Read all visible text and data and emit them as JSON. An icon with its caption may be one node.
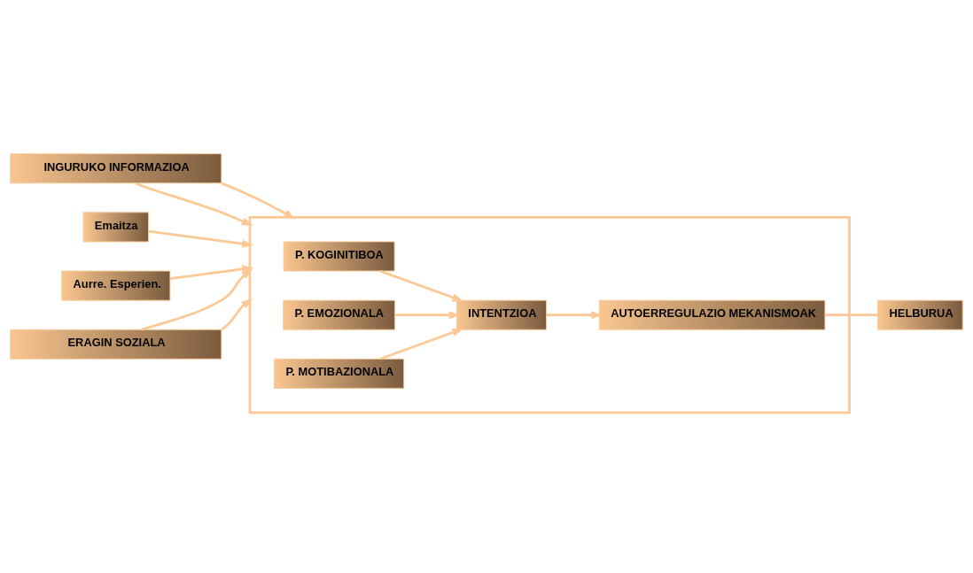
{
  "diagram": {
    "nodes": [
      {
        "text": [
          "INGURUKO INFORMAZIOA"
        ]
      },
      {
        "text": [],
        "shape": "box"
      },
      {
        "text": [
          "P. KOGINITIBOA"
        ],
        "in": 1
      },
      {
        "text": [
          "Emaitza"
        ]
      },
      {
        "text": [
          "P. EMOZIONALA"
        ],
        "in": 1
      },
      {
        "text": [
          "INTENTZIOA"
        ],
        "in": 1
      },
      {
        "text": [
          "AUTOERREGULAZIO MEKANISMOAK"
        ],
        "in": 1
      },
      {
        "text": [
          "HELBURUA"
        ]
      },
      {
        "text": [
          "Aurre. Esperien."
        ]
      },
      {
        "text": [
          "P. MOTIBAZIONALA"
        ],
        "in": 1
      },
      {
        "text": [
          "ERAGIN SOZIALA"
        ]
      }
    ],
    "edges": [
      {
        "from": 0,
        "to": 1,
        "arrow": "to"
      },
      {
        "from": 0,
        "to": 1,
        "arrow": "to"
      },
      {
        "from": 3,
        "to": 1,
        "arrow": "to"
      },
      {
        "from": 8,
        "to": 1,
        "arrow": "to"
      },
      {
        "from": 10,
        "to": 1,
        "arrow": "to"
      },
      {
        "from": 10,
        "to": 1,
        "arrow": "to"
      },
      {
        "from": 2,
        "to": 5,
        "arrow": "to"
      },
      {
        "from": 4,
        "to": 5,
        "arrow": "to"
      },
      {
        "from": 9,
        "to": 5,
        "arrow": "to"
      },
      {
        "from": 5,
        "to": 6,
        "arrow": "to"
      },
      {
        "from": 7,
        "to": 6,
        "arrow": "none"
      }
    ]
  }
}
